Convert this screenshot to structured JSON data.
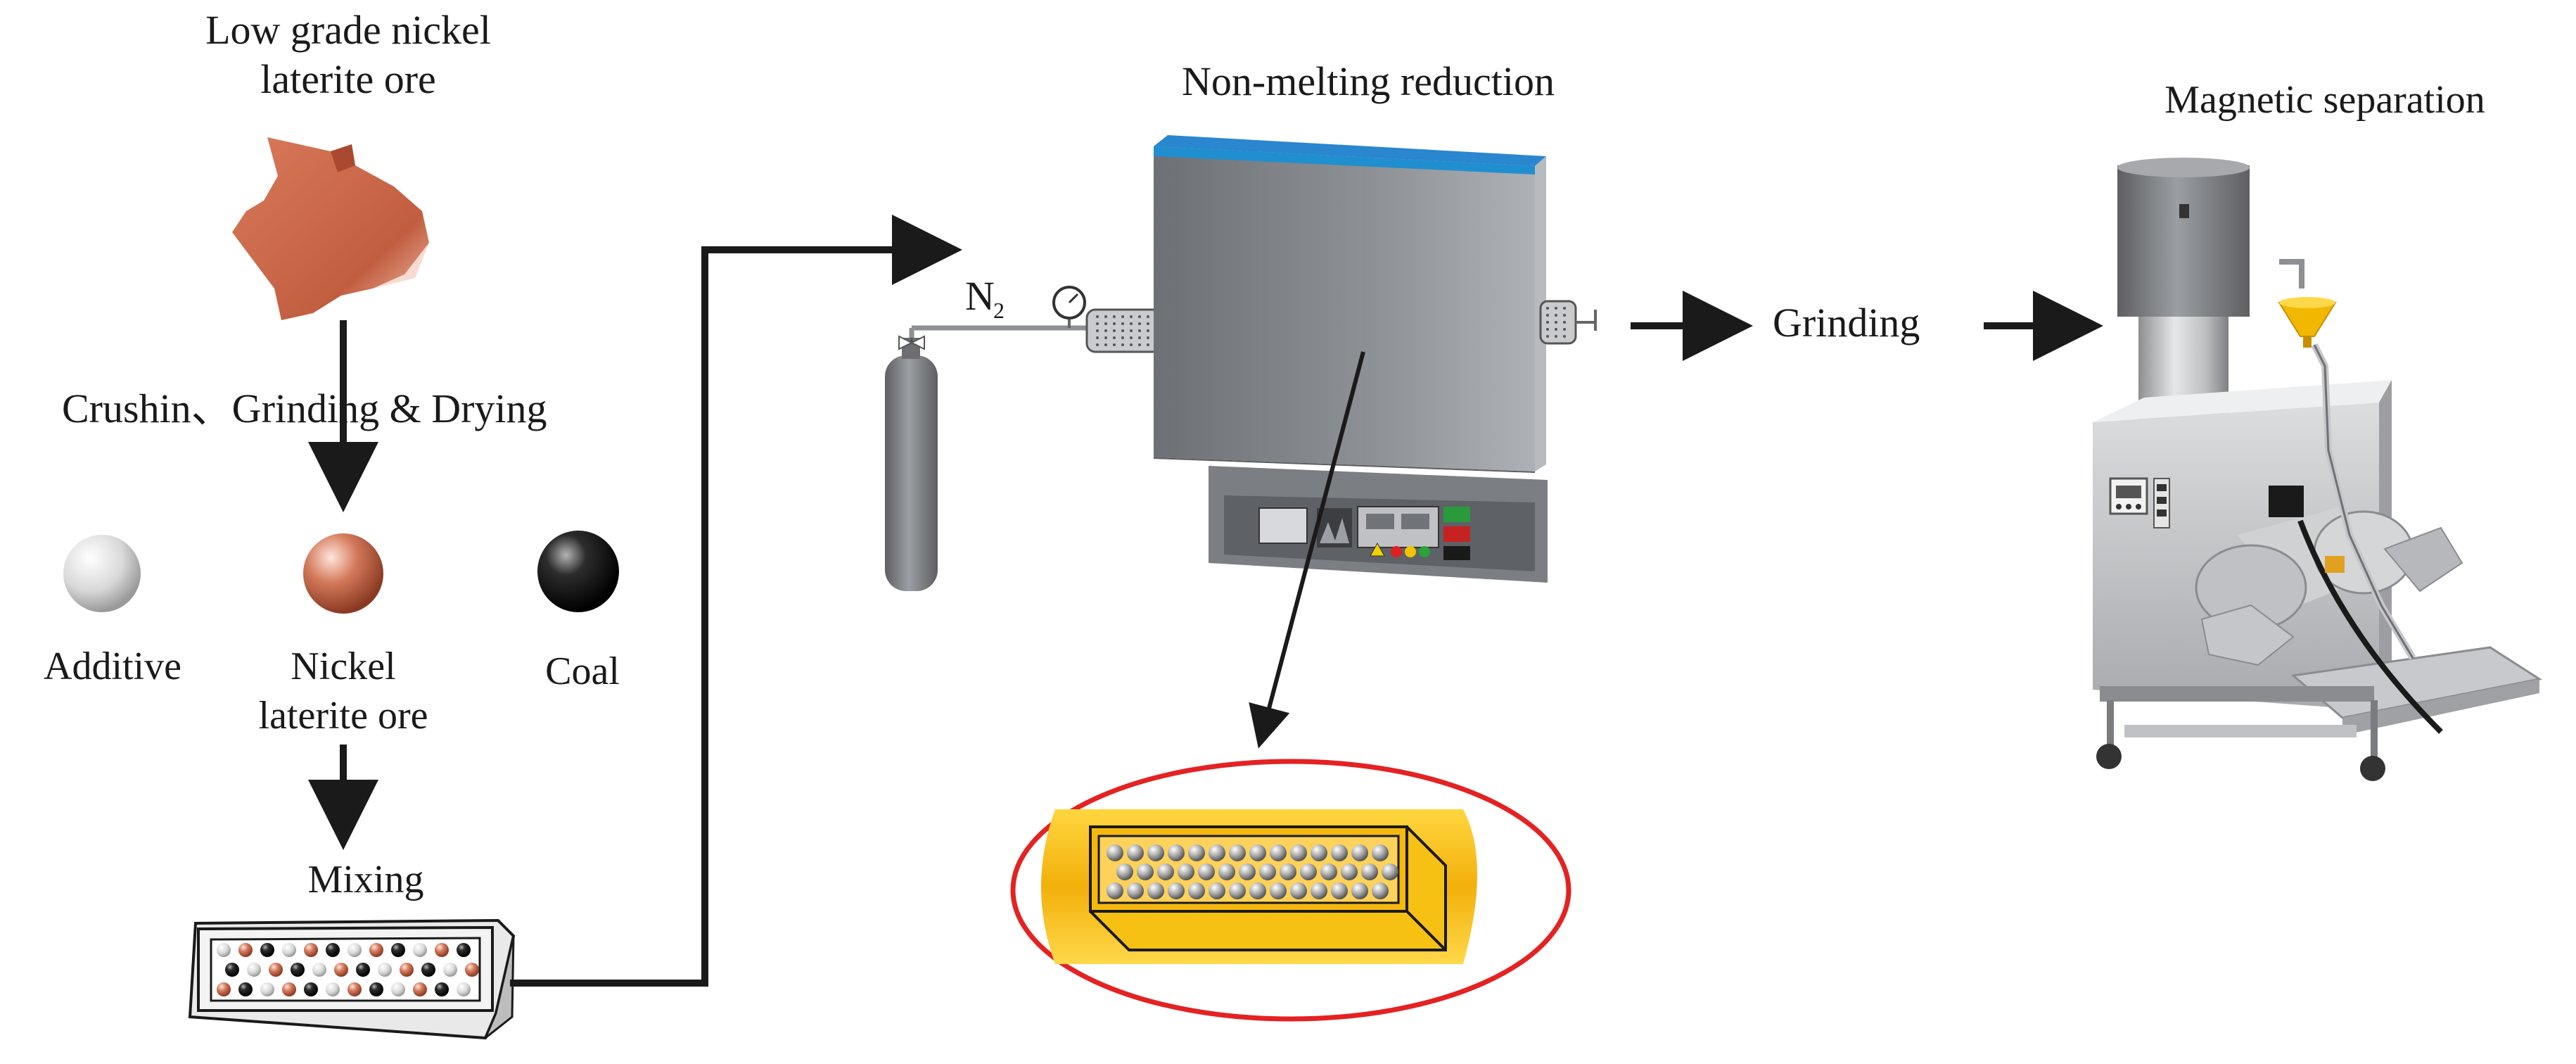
{
  "labels": {
    "ore_line1": "Low grade nickel",
    "ore_line2": "laterite ore",
    "crush": "Crushin、Grinding & Drying",
    "additive": "Additive",
    "nickel_line1": "Nickel",
    "nickel_line2": "laterite ore",
    "coal": "Coal",
    "mixing": "Mixing",
    "reduction": "Non-melting reduction",
    "gas": "N",
    "gas_sub": "2",
    "grinding": "Grinding",
    "separation": "Magnetic separation"
  },
  "icons": [
    "ore-chunk-icon",
    "additive-ball-icon",
    "nickel-ore-ball-icon",
    "coal-ball-icon",
    "mixing-tray-icon",
    "nitrogen-cylinder-icon",
    "pressure-gauge-icon",
    "valve-icon",
    "tube-furnace-icon",
    "crucible-boat-icon",
    "magnetic-separator-icon",
    "funnel-icon"
  ],
  "colors": {
    "ore": "#c7674a",
    "furnace_body": "#8b8e92",
    "furnace_top": "#1f8fd0",
    "accent_blue": "#2e7fcc",
    "boat": "#f3b60c",
    "highlight_ring": "#e42222",
    "arrow": "#1a1a1a"
  }
}
